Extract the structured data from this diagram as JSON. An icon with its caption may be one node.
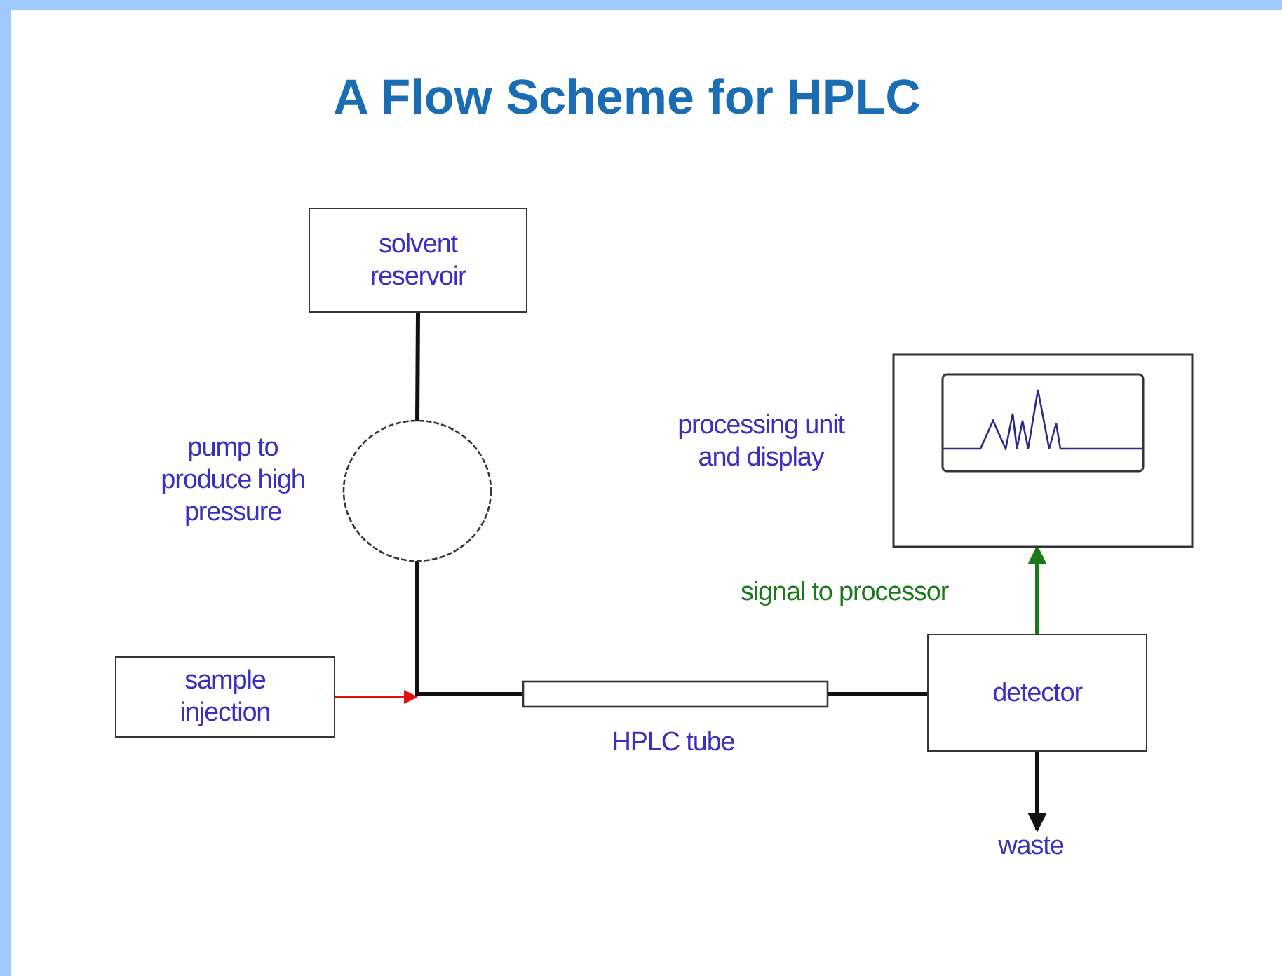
{
  "diagram": {
    "title": "A Flow Scheme for HPLC",
    "nodes": [
      {
        "text": [
          "solvent reservoir"
        ]
      },
      {
        "text": [
          "pump to produce high pressure"
        ]
      },
      {
        "text": [
          "sample injection"
        ]
      },
      {
        "text": [],
        "shape": "bar",
        "beside": [
          "HPLC tube"
        ]
      },
      {
        "text": [
          "processing unit and display"
        ]
      },
      {
        "text": [
          "detector"
        ]
      },
      {
        "text": [
          "waste"
        ]
      }
    ],
    "edges": [
      {
        "from": 0,
        "to": 1,
        "arrow": "none"
      },
      {
        "from": 1,
        "to": 3,
        "arrow": "none"
      },
      {
        "from": 2,
        "to": null,
        "arrow": "to",
        "color": "#e01010"
      },
      {
        "from": 3,
        "to": 5,
        "arrow": "none"
      },
      {
        "from": 5,
        "to": 4,
        "arrow": "to",
        "color": "#1a7a1a",
        "label": "signal to processor"
      },
      {
        "from": 5,
        "to": 6,
        "arrow": "to"
      }
    ]
  }
}
